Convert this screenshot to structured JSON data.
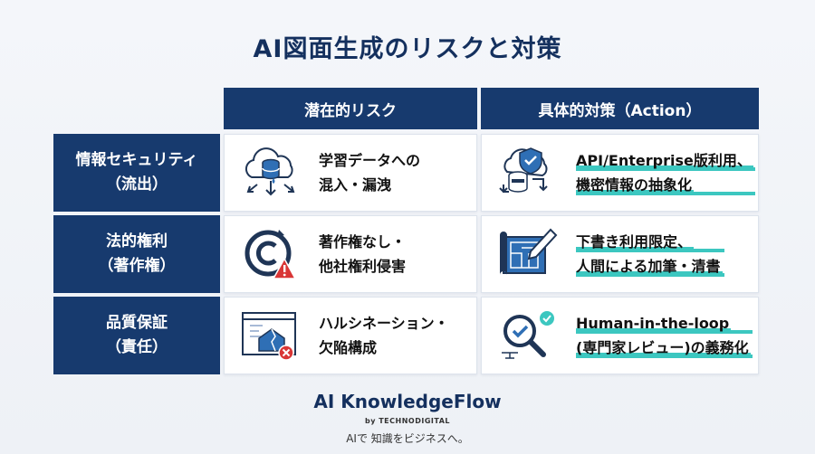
{
  "title": "AI図面生成のリスクと対策",
  "columns": {
    "risk": "潜在的リスク",
    "action": "具体的対策（Action）"
  },
  "rows": [
    {
      "header": [
        "情報セキュリティ",
        "（流出）"
      ],
      "risk": [
        "学習データへの",
        "混入・漏洩"
      ],
      "action": [
        "API/Enterprise版利用、",
        "機密情報の抽象化"
      ],
      "risk_icon": "cloud-database-icon",
      "action_icon": "shield-database-icon"
    },
    {
      "header": [
        "法的権利",
        "（著作権）"
      ],
      "risk": [
        "著作権なし・",
        "他社権利侵害"
      ],
      "action": [
        "下書き利用限定、",
        "人間による加筆・清書"
      ],
      "risk_icon": "copyright-warning-icon",
      "action_icon": "blueprint-pen-icon"
    },
    {
      "header": [
        "品質保証",
        "（責任）"
      ],
      "risk": [
        "ハルシネーション・",
        "欠陥構成"
      ],
      "action": [
        "Human-in-the-loop",
        "(専門家レビュー)の義務化"
      ],
      "risk_icon": "broken-design-icon",
      "action_icon": "magnifier-check-icon"
    }
  ],
  "brand": {
    "name": "AI KnowledgeFlow",
    "by": "by TECHNODIGITAL",
    "tagline": "AIで 知識をビジネスへ。"
  },
  "colors": {
    "navy": "#173a6e",
    "teal_highlight": "#3cc7c0",
    "icon_blue": "#2f6fb5",
    "warning_red": "#d93636"
  }
}
